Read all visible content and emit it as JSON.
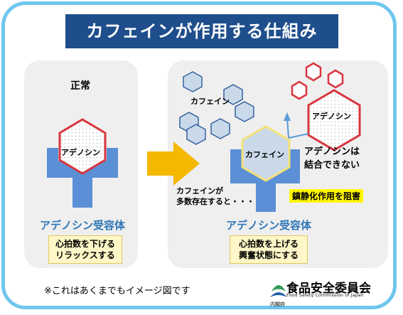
{
  "title": "カフェインが作用する仕組み",
  "left": {
    "heading": "正常",
    "molecule": "アデノシン",
    "receptor": "アデノシン受容体",
    "effect_line1": "心拍数を下げる",
    "effect_line2": "リラックスする"
  },
  "right": {
    "caffeine_label": "カフェイン",
    "adenosine": "アデノシン",
    "bound_caffeine": "カフェイン",
    "cannot_bind_line1": "アデノシンは",
    "cannot_bind_line2": "結合できない",
    "condition_line1": "カフェインが",
    "condition_line2": "多数存在すると・・・",
    "block_tag": "鎮静化作用を阻害",
    "receptor": "アデノシン受容体",
    "effect_line1": "心拍数を上げる",
    "effect_line2": "興奮状態にする"
  },
  "footer": {
    "disclaimer": "※これはあくまでもイメージ図です",
    "org_ja": "食品安全委員会",
    "org_en": "Food Safety Commission of Japan",
    "cabinet": "内閣府"
  },
  "colors": {
    "frame": "#6fc6ee",
    "title_bg": "#1f4e8c",
    "receptor": "#5b8fd6",
    "adenosine_outline": "#d9363e",
    "caffeine_fill": "#c9d9ea",
    "arrow": "#f5b800"
  }
}
